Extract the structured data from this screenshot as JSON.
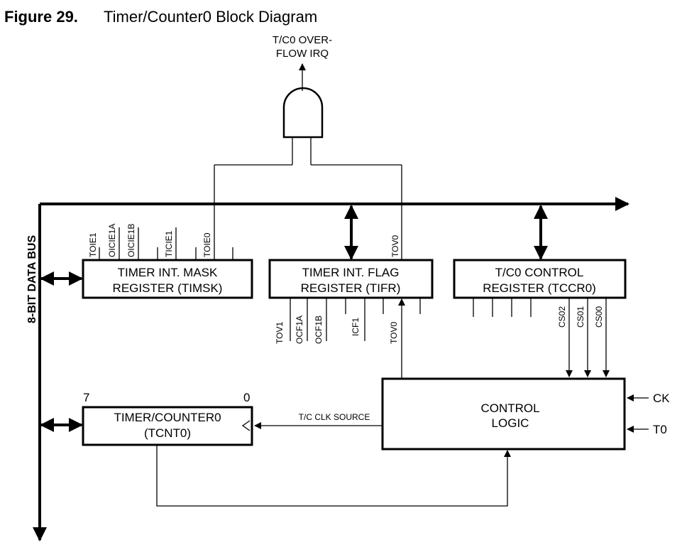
{
  "figure": {
    "number": "Figure 29.",
    "title": "Timer/Counter0 Block Diagram"
  },
  "irq_output": {
    "line1": "T/C0 OVER-",
    "line2": "FLOW IRQ"
  },
  "data_bus": {
    "label": "8-BIT DATA BUS"
  },
  "timsk": {
    "line1": "TIMER INT. MASK",
    "line2": "REGISTER (TIMSK)",
    "bits": [
      "TOIE1",
      "OICIE1A",
      "OICIE1B",
      "TICIE1",
      "TOIE0"
    ]
  },
  "tifr": {
    "line1": "TIMER INT. FLAG",
    "line2": "REGISTER (TIFR)",
    "top_bits": [
      "TOV0"
    ],
    "bottom_bits": [
      "TOV1",
      "OCF1A",
      "OCF1B",
      "ICF1",
      "TOV0"
    ]
  },
  "tccr0": {
    "line1": "T/C0 CONTROL",
    "line2": "REGISTER (TCCR0)",
    "bits": [
      "CS02",
      "CS01",
      "CS00"
    ]
  },
  "tcnt0": {
    "line1": "TIMER/COUNTER0",
    "line2": "(TCNT0)",
    "msb": "7",
    "lsb": "0"
  },
  "control_logic": {
    "line1": "CONTROL",
    "line2": "LOGIC"
  },
  "signals": {
    "clk_source": "T/C CLK SOURCE",
    "ck": "CK",
    "t0": "T0"
  }
}
